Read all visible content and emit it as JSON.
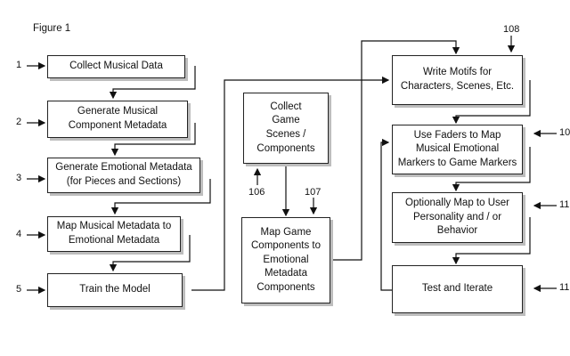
{
  "figure_title": "Figure 1",
  "left_column": [
    {
      "num": "1",
      "text": "Collect Musical Data"
    },
    {
      "num": "2",
      "text": "Generate Musical\nComponent  Metadata"
    },
    {
      "num": "3",
      "text": "Generate Emotional Metadata\n(for Pieces and Sections)"
    },
    {
      "num": "4",
      "text": "Map Musical Metadata to\nEmotional Metadata"
    },
    {
      "num": "5",
      "text": "Train the Model"
    }
  ],
  "middle_column": {
    "collect": "Collect\nGame\nScenes /\nComponents",
    "map": "Map Game\nComponents to\nEmotional\nMetadata\nComponents",
    "ref_106": "106",
    "ref_107": "107"
  },
  "right_column": {
    "ref_108": "108",
    "boxes": [
      {
        "text": "Write Motifs for\nCharacters, Scenes, Etc.",
        "ref": ""
      },
      {
        "text": "Use Faders to Map\nMusical Emotional\nMarkers to Game Markers",
        "ref": "10"
      },
      {
        "text": "Optionally Map to User\nPersonality and / or\nBehavior",
        "ref": "11"
      },
      {
        "text": "Test and Iterate",
        "ref": "11"
      }
    ]
  }
}
